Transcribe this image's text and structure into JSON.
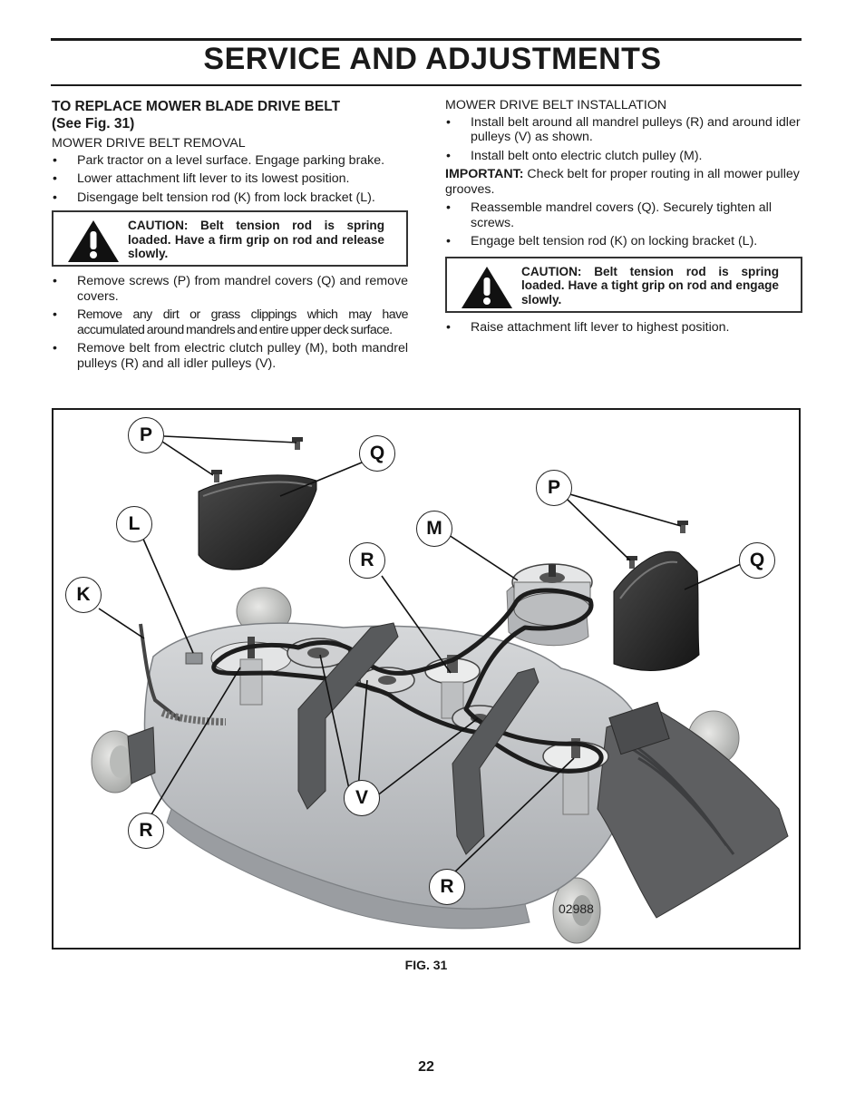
{
  "header": {
    "title": "SERVICE AND ADJUSTMENTS"
  },
  "left": {
    "heading_line1": "TO REPLACE MOWER BLADE DRIVE BELT",
    "heading_line2": "(See Fig. 31)",
    "removal_title": "MOWER DRIVE BELT REMOVAL",
    "removal_steps": [
      "Park tractor on a level surface. Engage parking brake.",
      "Lower attachment lift lever to its lowest position.",
      "Disengage belt tension rod (K) from lock bracket (L)."
    ],
    "caution": "CAUTION: Belt tension rod is spring loaded. Have a firm grip on rod and release slowly.",
    "removal_steps_2": [
      "Remove screws (P) from mandrel covers (Q) and remove covers.",
      "Remove any dirt or grass clippings which may have accumulated around mandrels and entire upper deck surface.",
      "Remove belt from electric clutch pulley (M), both mandrel pulleys (R) and all idler pulleys (V)."
    ]
  },
  "right": {
    "install_title": "MOWER DRIVE BELT INSTALLATION",
    "install_steps": [
      "Install belt around all mandrel pulleys (R) and around idler pulleys (V) as shown.",
      "Install belt onto electric clutch pulley (M)."
    ],
    "important_label": "IMPORTANT:",
    "important_text": " Check belt for proper routing in all mower pulley grooves.",
    "install_steps_2": [
      "Reassemble mandrel covers (Q). Securely tighten all screws.",
      "Engage belt tension rod (K) on locking bracket (L)."
    ],
    "caution": "CAUTION: Belt tension rod is spring loaded. Have a tight grip on rod and engage slowly.",
    "install_steps_3": [
      "Raise attachment lift lever to highest position."
    ]
  },
  "figure": {
    "callouts": [
      "P",
      "Q",
      "P",
      "L",
      "M",
      "R",
      "Q",
      "K",
      "V",
      "R",
      "R"
    ],
    "figure_number": "02988",
    "caption": "FIG. 31"
  },
  "footer": {
    "page_number": "22"
  },
  "colors": {
    "ink": "#1a1a1a",
    "deck_gray": "#c4c6c9",
    "cover_dark": "#2a2a2a"
  }
}
